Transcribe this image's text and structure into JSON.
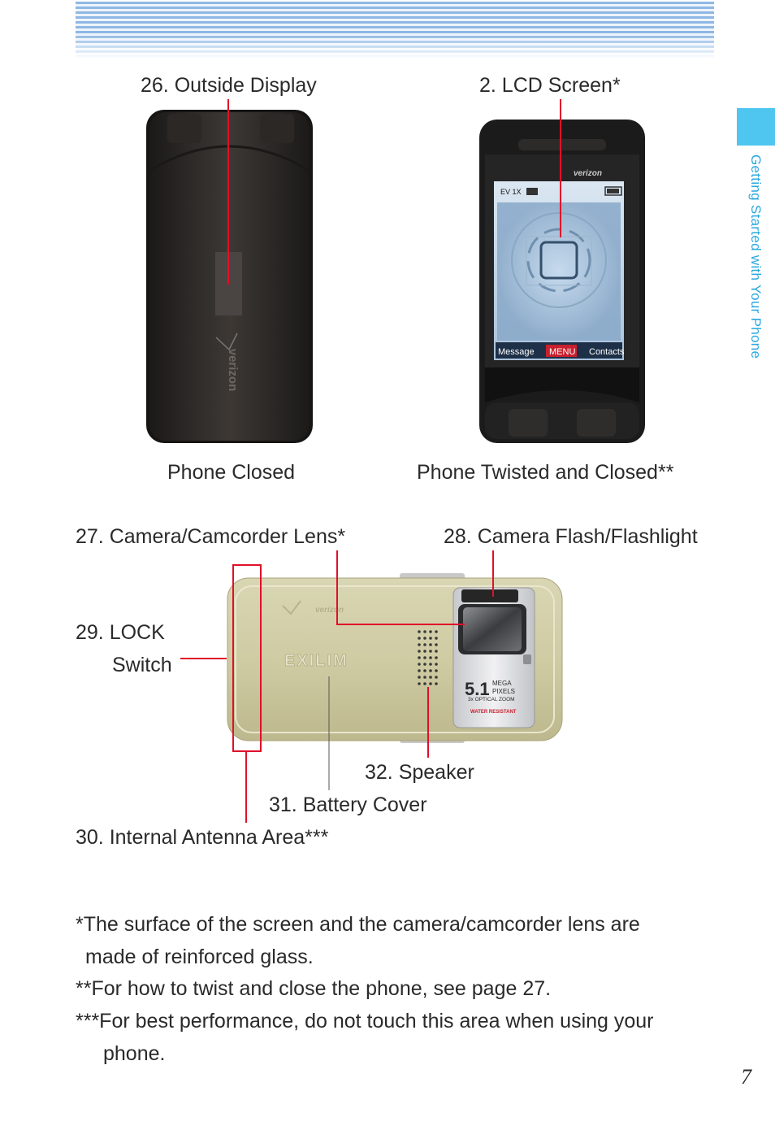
{
  "sidebar": {
    "section_title": "Getting Started with Your Phone"
  },
  "labels": {
    "outside_display": "26. Outside Display",
    "lcd_screen": "2. LCD Screen*",
    "phone_closed": "Phone Closed",
    "phone_twisted": "Phone Twisted and Closed**",
    "camera_lens": "27. Camera/Camcorder Lens*",
    "camera_flash": "28. Camera Flash/Flashlight",
    "lock_line1": "29. LOCK",
    "lock_line2": "Switch",
    "speaker": "32. Speaker",
    "battery_cover": "31. Battery Cover",
    "antenna": "30. Internal Antenna Area***"
  },
  "phone_screen": {
    "brand": "verizon",
    "signal_text": "EV 1X",
    "softkey_left": "Message",
    "softkey_center": "MENU",
    "softkey_right": "Contacts"
  },
  "phone_back": {
    "brand": "verizon",
    "model": "EXILIM",
    "megapixels": "5.1",
    "mega": "MEGA",
    "pixels": "PIXELS",
    "zoom": "3x OPTICAL ZOOM",
    "water": "WATER RESISTANT"
  },
  "notes": [
    {
      "line1": "*The surface of the screen and the camera/camcorder lens are",
      "line2": "made of reinforced glass."
    },
    {
      "line1": "**For how to twist and close the phone, see page 27."
    },
    {
      "line1": "***For best performance, do not touch this area when using your",
      "line2": "phone."
    }
  ],
  "page_number": "7",
  "colors": {
    "accent_blue": "#29a8df",
    "callout_red": "#e0102a",
    "tab_blue": "#4ec6ef"
  }
}
